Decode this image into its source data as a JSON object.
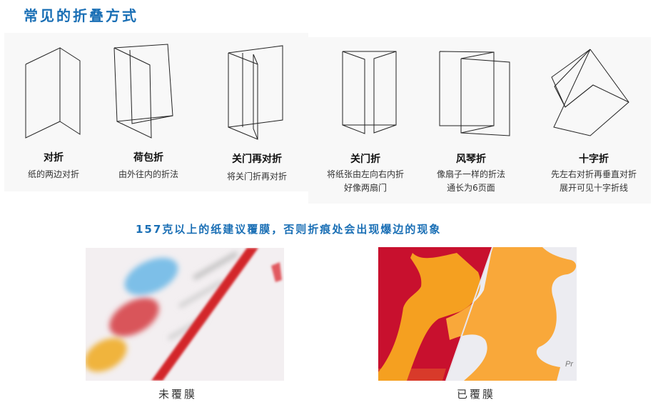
{
  "header": {
    "title": "常见的折叠方式"
  },
  "folds": [
    {
      "name": "对折",
      "desc_line1": "纸的两边对折",
      "desc_line2": ""
    },
    {
      "name": "荷包折",
      "desc_line1": "由外往内的折法",
      "desc_line2": ""
    },
    {
      "name": "关门再对折",
      "desc_line1": "将关门折再对折",
      "desc_line2": ""
    },
    {
      "name": "关门折",
      "desc_line1": "将纸张由左向右内折",
      "desc_line2": "好像两扇门"
    },
    {
      "name": "风琴折",
      "desc_line1": "像扇子一样的折法",
      "desc_line2": "通长为6页面"
    },
    {
      "name": "十字折",
      "desc_line1": "先左右对折再垂直对折",
      "desc_line2": "展开可见十字折线"
    }
  ],
  "lamination": {
    "notice": "157克以上的纸建议覆膜，否则折痕处会出现爆边的现象",
    "photos": [
      {
        "caption": "未覆膜",
        "accent": "#d8232a"
      },
      {
        "caption": "已覆膜",
        "accent": "#f7a234"
      }
    ]
  },
  "colors": {
    "heading_blue": "#1a6fb5",
    "panel_bg": "#f8f8f8"
  }
}
